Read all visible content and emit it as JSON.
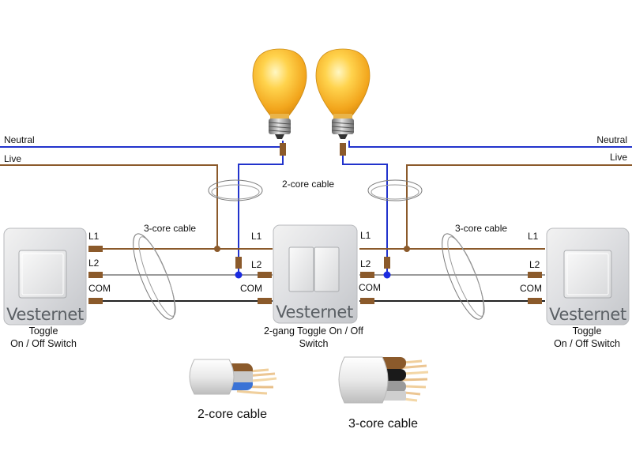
{
  "labels": {
    "neutral_left": "Neutral",
    "neutral_right": "Neutral",
    "live_left": "Live",
    "live_right": "Live",
    "two_core_top": "2-core cable",
    "three_core_left": "3-core cable",
    "three_core_right": "3-core cable"
  },
  "terminals": {
    "left_switch": {
      "l1": "L1",
      "l2": "L2",
      "com": "COM"
    },
    "center_left": {
      "l1": "L1",
      "l2": "L2",
      "com": "COM"
    },
    "center_right": {
      "l1": "L1",
      "l2": "L2",
      "com": "COM"
    },
    "right_switch": {
      "l1": "L1",
      "l2": "L2",
      "com": "COM"
    }
  },
  "switches": {
    "left": {
      "brand": "Vesternet",
      "caption_line1": "Toggle",
      "caption_line2": "On / Off Switch"
    },
    "center": {
      "brand": "Vesternet",
      "caption_line1": "2-gang Toggle On / Off",
      "caption_line2": "Switch"
    },
    "right": {
      "brand": "Vesternet",
      "caption_line1": "Toggle",
      "caption_line2": "On / Off Switch"
    }
  },
  "cable_samples": {
    "two_core": "2-core cable",
    "three_core": "3-core cable"
  },
  "colors": {
    "neutral": "#2233cc",
    "live": "#8b5a2b",
    "l2": "#9a9a9a",
    "com": "#222222",
    "terminal": "#8b5a2b",
    "junction": "#1a2be0"
  },
  "icons": [
    "light-bulb-icon",
    "light-bulb-icon"
  ]
}
